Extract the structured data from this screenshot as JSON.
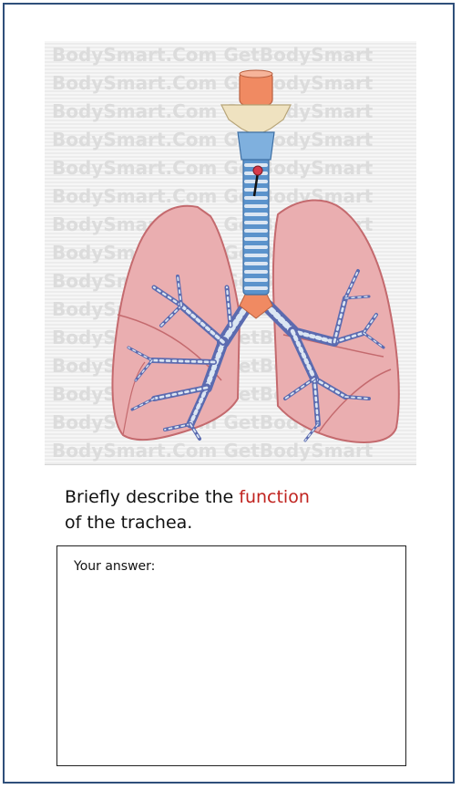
{
  "figure": {
    "watermark_text": "BodySmart.Com GetBodySmart",
    "colors": {
      "lung_fill": "#eaaeb0",
      "lung_stroke": "#c46a6e",
      "trachea_blue": "#5b93cc",
      "cartilage": "#dbe6f3",
      "thyroid_cream": "#efe2c0",
      "larynx_orange": "#f08a62",
      "bronchi_purple": "#5b6bb0",
      "pin_red": "#d6394a"
    }
  },
  "question": {
    "before": "Briefly describe the ",
    "highlight": "function",
    "after_line1": "",
    "line2": "of the trachea."
  },
  "answer": {
    "label": "Your answer:",
    "value": ""
  }
}
